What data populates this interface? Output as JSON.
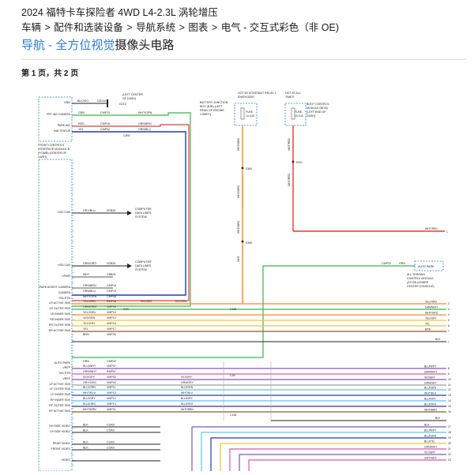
{
  "header": {
    "title": "2024 福特卡车探险者 4WD L4-2.3L 涡轮增压",
    "breadcrumb": [
      "车辆",
      "配件和选装设备",
      "导航系统",
      "图表",
      "电气 - 交互式彩色（非 OE)"
    ],
    "separator": ">",
    "subtitle_accent": "导航 - 全方位视觉",
    "subtitle_rest": "摄像头电路"
  },
  "pager": "第 1 页，共 2 页",
  "diagram": {
    "module_fcim": "FRONT CONTROLS INTERFACE MODULE-B (FCIMB) (CENTER OF DASH)",
    "module_right": "ALL TERRAIN CONTROL MODULE (ATCM) (UNDER CENTER CONSOLE)",
    "auto_park": "AUTO PARK",
    "left_pins": [
      "GND",
      "FRT 360 CAMERA",
      "PARK AID",
      "IND STATUS",
      "HS2 CAN",
      "HS3 CAN",
      "VPWR",
      "PARK ASSIST CAMERA",
      "CAMERA",
      "SIG RTN",
      "LR ACTIVE SNS",
      "LR OUTER SNS",
      "LR INNER SNS",
      "RR INNER SNS",
      "RR OUTER SNS",
      "RR ACTIVE SNS",
      "AUTO PARK",
      "VREF",
      "SIG RTN",
      "VREF",
      "LF ACTIVE SNS",
      "LF OUTER SNS",
      "LF INNER SNS",
      "RF INNER SNS",
      "RF OUTER SNS",
      "RF ACTIVE SNS",
      "RH SIDE VIDEO",
      "LH SIDE VIDEO",
      "REAR VIDEO",
      "FRONT VIDEO",
      "VIDEO"
    ],
    "top_left": [
      "BLK/VIO",
      "GD216",
      "G210"
    ],
    "top_labels": [
      "HOT W/ KONSTANT RELAY 2 ENERGIZED",
      "HOT AT ALL TIMES",
      "BATTERY JUNCTION BOX (BJB) (LEFT REAR OF ENGINE COMPT)",
      "BODY CONTROL MODULE (BCM) (LEFT END OF DASH)",
      "FUSE 14 10A",
      "FUSE 15 10A"
    ],
    "left_dash": "(LEFT CENTER OF DASH)",
    "wires_left": [
      "GRN",
      "CMP13",
      "RED",
      "CMP16",
      "YEL",
      "CMP02",
      "GRY/BLU",
      "VDB26",
      "GRN/ORG",
      "VDB25",
      "WHT",
      "CBB25",
      "GRN/BRN",
      "CMP18",
      "GRN/BLU",
      "CMP19",
      "WHT/GRN",
      "CMP48",
      "YEL/ORG",
      "RMP08",
      "GRN/ORG",
      "VMP09",
      "YEL/GRN",
      "VMP15",
      "VIO/GRN",
      "VMP14",
      "YEL/GRY",
      "VMP16",
      "YEL",
      "VMP17",
      "BRN",
      "VMP30",
      "GRN",
      "CMP32",
      "BLU/WHT",
      "VMP07",
      "GRN/WHT",
      "RMP07",
      "VIO/GRY",
      "VMP05",
      "GRY/ORG",
      "VMP02",
      "BLU/GRN",
      "VMP11",
      "WHT/BLU",
      "VMP10",
      "BLU/GRY",
      "VMP12",
      "BLU/ORG",
      "VMP13",
      "WHT/BRN",
      "VMP21"
    ],
    "coax": [
      "BLK",
      "COAX",
      "BLK",
      "COAX",
      "BLK",
      "COAX",
      "BLK",
      "COAX"
    ],
    "computer_lines": "COMPUTER DATA LINES SYSTEM",
    "mid_labels": [
      "WHT/GRN",
      "GRN/BRN",
      "GRN/BLU",
      "WHT/ORG",
      "YEL/ORG",
      "WHT",
      "S360",
      "S365",
      "S201",
      "WHT/RED",
      "CMP32",
      "GRN"
    ],
    "right_wires": [
      "WHT/RED",
      "YEL/ORG",
      "GRN/WHT",
      "WHT/ORG",
      "YEL/GRY",
      "YEL",
      "BRN",
      "BLK",
      "BLU/WHT",
      "GRN/WHT",
      "VIO/GRY",
      "GRN/GRY",
      "BLU/GRN",
      "WHT/BLU",
      "BLU/GRY",
      "BLU/ORG",
      "WHT/BRN",
      "BLK",
      "BLU/WHT",
      "BLU/GRN",
      "BLU/GRY",
      "BLU/YEL",
      "GRN/WHT",
      "WHT/RED",
      "VIO/GRY",
      "GRY/WHT"
    ],
    "right_nums": [
      "1",
      "2",
      "3",
      "4",
      "5",
      "6",
      "7",
      "8",
      "9",
      "10",
      "11",
      "12",
      "13",
      "14",
      "15",
      "16",
      "17",
      "18",
      "19",
      "20",
      "21",
      "22",
      "23"
    ],
    "connectors": [
      "C2B0",
      "C1B",
      "C138",
      "C2B",
      "C138"
    ],
    "colors": {
      "green": "#3bb54a",
      "red": "#e53935",
      "yellow": "#e8c63c",
      "orange": "#f28c28",
      "blue": "#2438b8",
      "purple": "#7e57c2",
      "pink": "#e055b0",
      "lightblue": "#5bc6e8",
      "gray": "#9e9e9e",
      "brown": "#8d5a2b",
      "dashed": "#2a7bd3"
    }
  }
}
